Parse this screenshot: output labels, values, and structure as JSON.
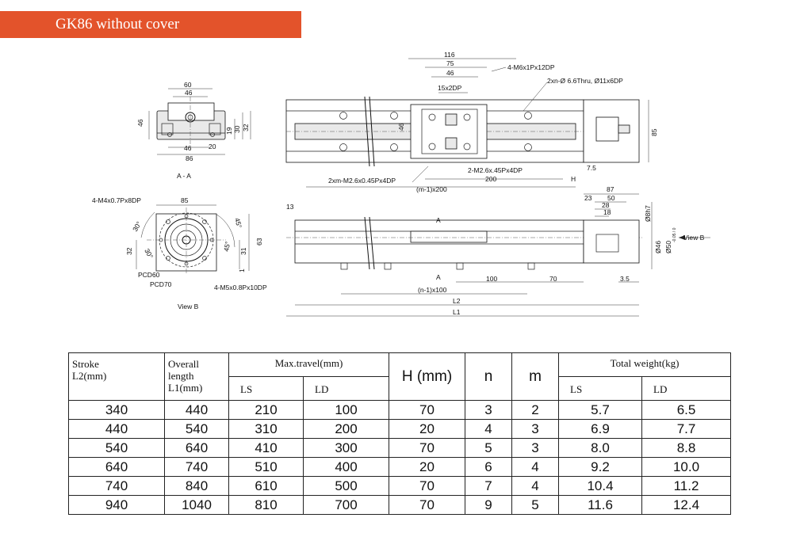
{
  "header": {
    "title": "GK86 without cover"
  },
  "drawing": {
    "section_a": {
      "dims": {
        "w60": "60",
        "w46": "46",
        "h46": "46",
        "h19": "19",
        "h30": "30",
        "h32": "32",
        "b46": "46",
        "b20": "20",
        "b86": "86"
      },
      "label": "A - A"
    },
    "view_b": {
      "dims": {
        "m4": "4-M4x0.7Px8DP",
        "w85": "85",
        "a30a": "30°",
        "a30b": "30°",
        "a45a": "45°",
        "a45b": "45°",
        "h32": "32",
        "h63": "63",
        "h31": "31",
        "h1": "1",
        "pcd60": "PCD60",
        "pcd70": "PCD70",
        "m5": "4-M5x0.8Px10DP"
      },
      "label": "View B"
    },
    "top_view": {
      "dims": {
        "d116": "116",
        "d75": "75",
        "d46": "46",
        "d15": "15x2DP",
        "h46": "46",
        "m6": "4-M6x1Px12DP",
        "thru": "2xn-Ø 6.6Thru, Ø11x6DP",
        "m2_slider": "2-M2.6x.45Px4DP",
        "d200": "200",
        "d7_5": "7.5",
        "h": "H",
        "m2_base": "2xm-M2.6x0.45Px4DP",
        "m1x200": "(m-1)x200",
        "d85": "85"
      }
    },
    "side_view": {
      "dims": {
        "d13": "13",
        "a_top": "A",
        "a_bot": "A",
        "d100": "100",
        "d70": "70",
        "n1x100": "(n-1)x100",
        "l2": "L2",
        "l1": "L1",
        "d87": "87",
        "d23": "23",
        "d50": "50",
        "d28": "28",
        "d18": "18",
        "d8h7": "Ø8h7",
        "d46": "Ø46",
        "d50tol": "Ø50",
        "tol": "-0.05 / 0",
        "d3_5": "3.5",
        "viewb": "View B"
      }
    }
  },
  "table": {
    "headers": {
      "stroke_l1": "Stroke",
      "stroke_l2": "L2(mm)",
      "overall_l1": "Overall",
      "overall_l2": "length",
      "overall_l3": "L1(mm)",
      "maxtravel": "Max.travel(mm)",
      "ls": "LS",
      "ld": "LD",
      "h": "H (mm)",
      "n": "n",
      "m": "m",
      "weight": "Total weight(kg)",
      "w_ls": "LS",
      "w_ld": "LD"
    },
    "rows": [
      [
        "340",
        "440",
        "210",
        "100",
        "70",
        "3",
        "2",
        "5.7",
        "6.5"
      ],
      [
        "440",
        "540",
        "310",
        "200",
        "20",
        "4",
        "3",
        "6.9",
        "7.7"
      ],
      [
        "540",
        "640",
        "410",
        "300",
        "70",
        "5",
        "3",
        "8.0",
        "8.8"
      ],
      [
        "640",
        "740",
        "510",
        "400",
        "20",
        "6",
        "4",
        "9.2",
        "10.0"
      ],
      [
        "740",
        "840",
        "610",
        "500",
        "70",
        "7",
        "4",
        "10.4",
        "11.2"
      ],
      [
        "940",
        "1040",
        "810",
        "700",
        "70",
        "9",
        "5",
        "11.6",
        "12.4"
      ]
    ]
  }
}
